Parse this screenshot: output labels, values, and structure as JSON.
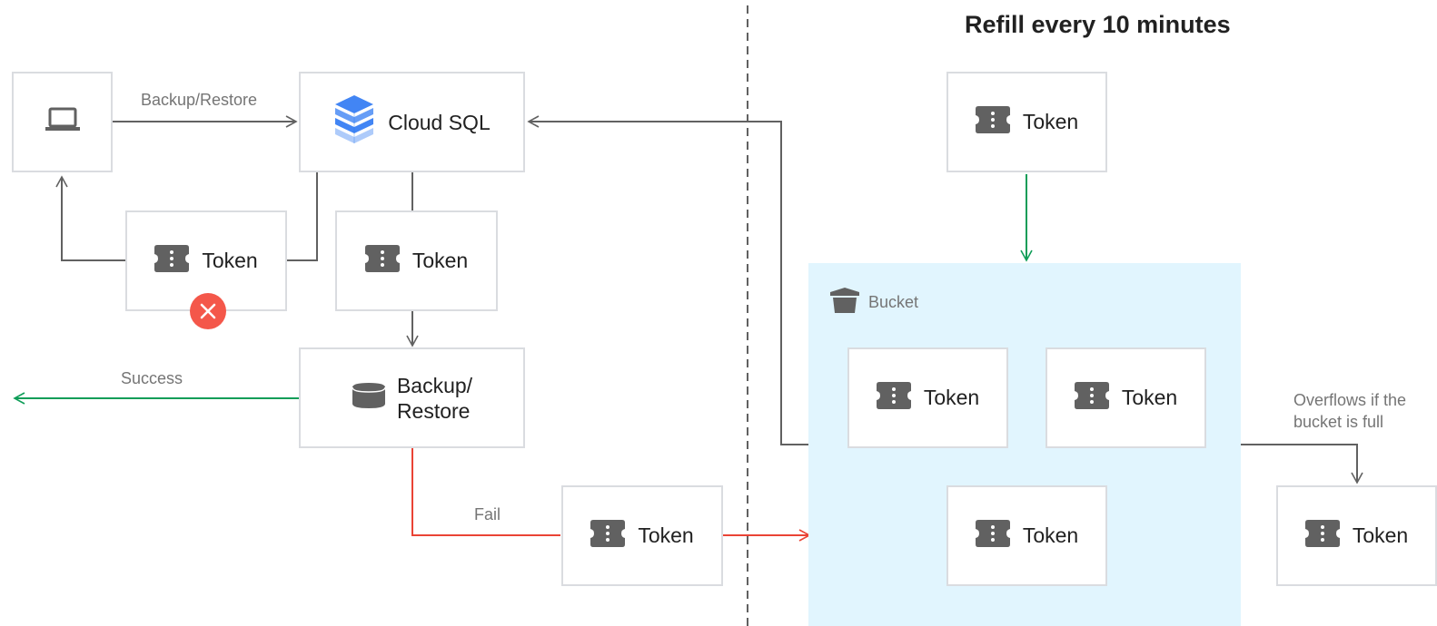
{
  "title": "Refill every 10 minutes",
  "labels": {
    "backup_restore": "Backup/Restore",
    "success": "Success",
    "fail": "Fail",
    "bucket": "Bucket",
    "overflow_line1": "Overflows if the",
    "overflow_line2": "bucket is full"
  },
  "nodes": {
    "cloud_sql": "Cloud SQL",
    "backup_restore_line1": "Backup/",
    "backup_restore_line2": "Restore",
    "token": "Token"
  },
  "colors": {
    "success": "#0f9d58",
    "fail": "#ea4335",
    "line": "#616161",
    "bucket_bg": "#e1f5fe",
    "error_badge": "#f4574a",
    "icon": "#616161",
    "cloud_sql_blue": "#4285f4"
  },
  "icons": [
    "laptop-icon",
    "cloud-sql-icon",
    "ticket-icon",
    "database-icon",
    "bucket-icon",
    "error-icon"
  ]
}
